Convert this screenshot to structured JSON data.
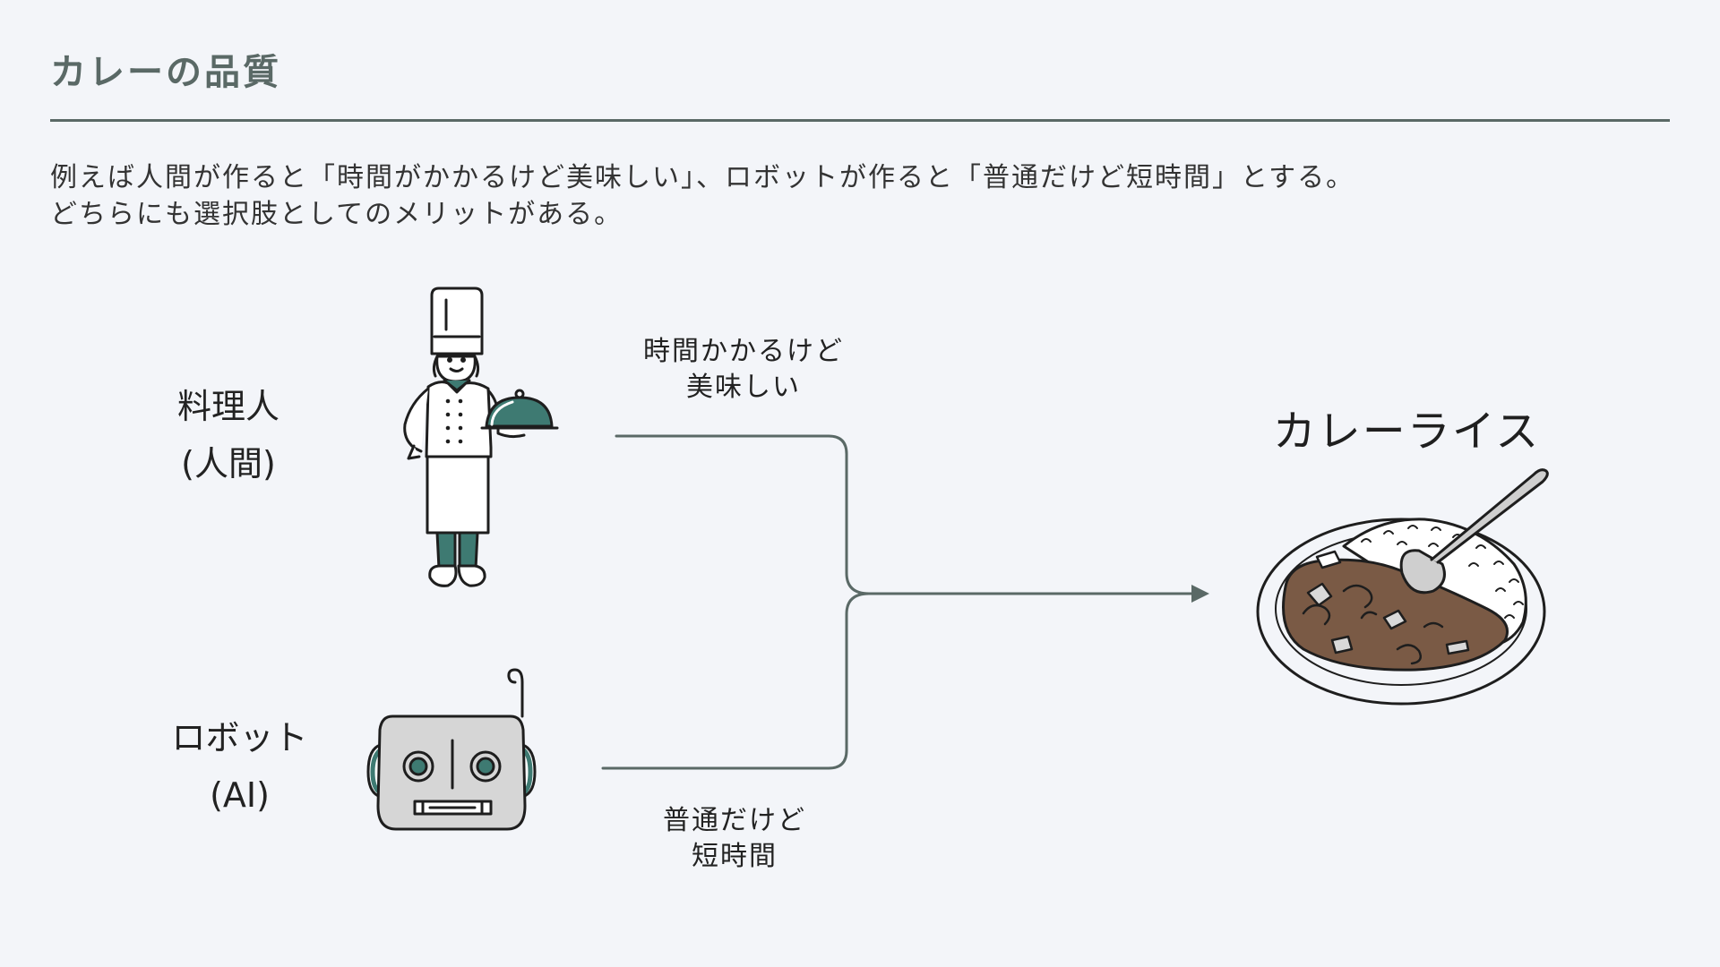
{
  "header": {
    "title": "カレーの品質"
  },
  "description": {
    "line1": "例えば人間が作ると「時間がかかるけど美味しい」、ロボットが作ると「普通だけど短時間」とする。",
    "line2": "どちらにも選択肢としてのメリットがある。"
  },
  "diagram": {
    "chef": {
      "name": "料理人",
      "sub": "(人間)",
      "path_label_line1": "時間かかるけど",
      "path_label_line2": "美味しい"
    },
    "robot": {
      "name": "ロボット",
      "sub": "(AI)",
      "path_label_line1": "普通だけど",
      "path_label_line2": "短時間"
    },
    "result": {
      "name": "カレーライス"
    }
  },
  "colors": {
    "accent": "#3e7a72",
    "line": "#5a6966",
    "background": "#f3f5f9",
    "curry": "#7a5a45"
  },
  "icons": [
    "chef-illustration",
    "robot-illustration",
    "curry-rice-illustration",
    "arrow-icon"
  ]
}
